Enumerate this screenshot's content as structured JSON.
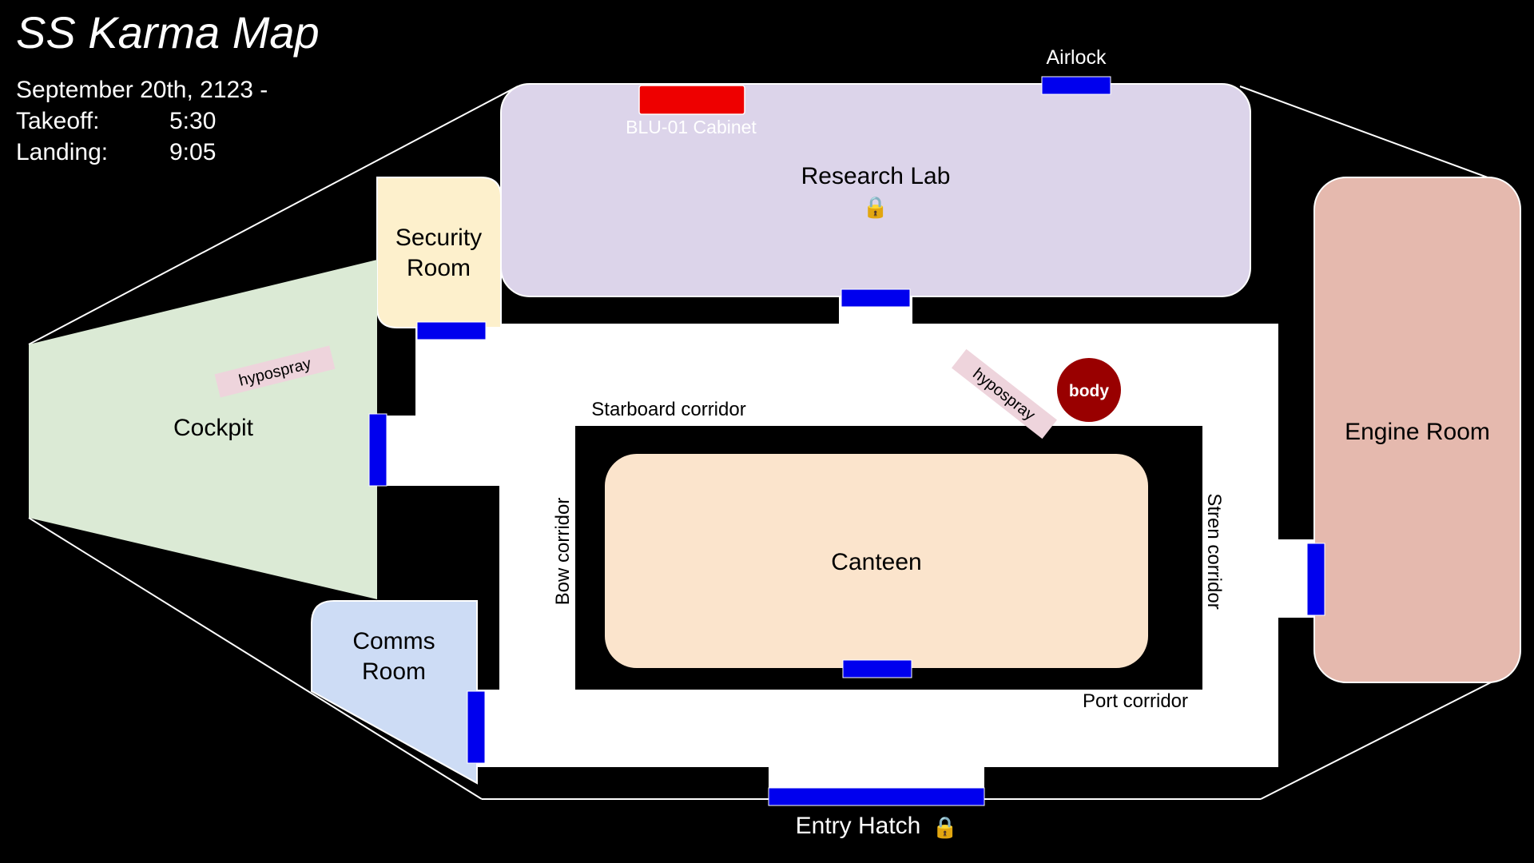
{
  "header": {
    "title": "SS Karma Map",
    "date": "September 20th, 2123 -",
    "takeoff_label": "Takeoff:",
    "takeoff_time": "5:30",
    "landing_label": "Landing:",
    "landing_time": "9:05"
  },
  "rooms": {
    "research_lab": "Research Lab",
    "security_room_line1": "Security",
    "security_room_line2": "Room",
    "cockpit": "Cockpit",
    "comms_room_line1": "Comms",
    "comms_room_line2": "Room",
    "canteen": "Canteen",
    "engine_room": "Engine Room"
  },
  "corridors": {
    "starboard": "Starboard corridor",
    "bow": "Bow corridor",
    "stren": "Stren corridor",
    "port": "Port corridor"
  },
  "labels": {
    "airlock": "Airlock",
    "cabinet": "BLU-01 Cabinet",
    "entry_hatch": "Entry Hatch",
    "lock_glyph": "🔒"
  },
  "items": {
    "hypospray_cockpit": "hypospray",
    "hypospray_corridor": "hypospray",
    "body": "body"
  },
  "colors": {
    "background": "#000000",
    "door": "#0000ee",
    "cabinet": "#ee0000",
    "body": "#990000",
    "research_lab": "#dcd4ea",
    "security_room": "#fdf0cc",
    "cockpit": "#dbead5",
    "comms_room": "#cddcf5",
    "canteen": "#fbe4cc",
    "engine_room": "#e5b9ae",
    "item_tag": "#eed4dc"
  }
}
